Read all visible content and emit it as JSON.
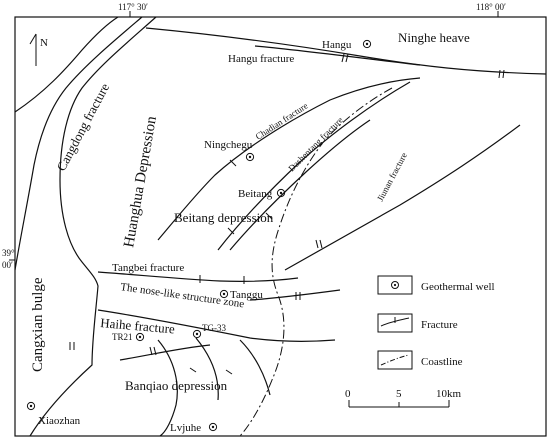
{
  "coords": {
    "lon_left": "117° 30′",
    "lon_right": "118° 00′",
    "lat_line1": "39°",
    "lat_line2": "00′"
  },
  "north": "N",
  "regions": {
    "ninghe": "Ninghe heave",
    "cangdong": "Cangdong fracture",
    "huanghua": "Huanghua Depression",
    "cangxian": "Cangxian bulge",
    "beitang_dep": "Beitang depression",
    "nose": "The nose-like structure zone",
    "banqiao": "Banqiao depression"
  },
  "fractures": {
    "hangu": "Hangu fracture",
    "chadian": "Chadian fracture",
    "dashentang": "Dashentang fracture",
    "jiunan": "Jiunan fracture",
    "tangbei": "Tangbei fracture",
    "haihe": "Haihe fracture"
  },
  "wells": {
    "hangu": "Hangu",
    "ningchegu": "Ningchegu",
    "beitang": "Beitang",
    "tanggu": "Tanggu",
    "tr21": "TR21",
    "tg33": "TG-33",
    "xiaozhan": "Xiaozhan",
    "lvjuhe": "Lvjuhe"
  },
  "legend": {
    "geothermal_well": "Geothermal well",
    "fracture": "Fracture",
    "coastline": "Coastline"
  },
  "scale": {
    "zero": "0",
    "five": "5",
    "ten": "10km"
  }
}
